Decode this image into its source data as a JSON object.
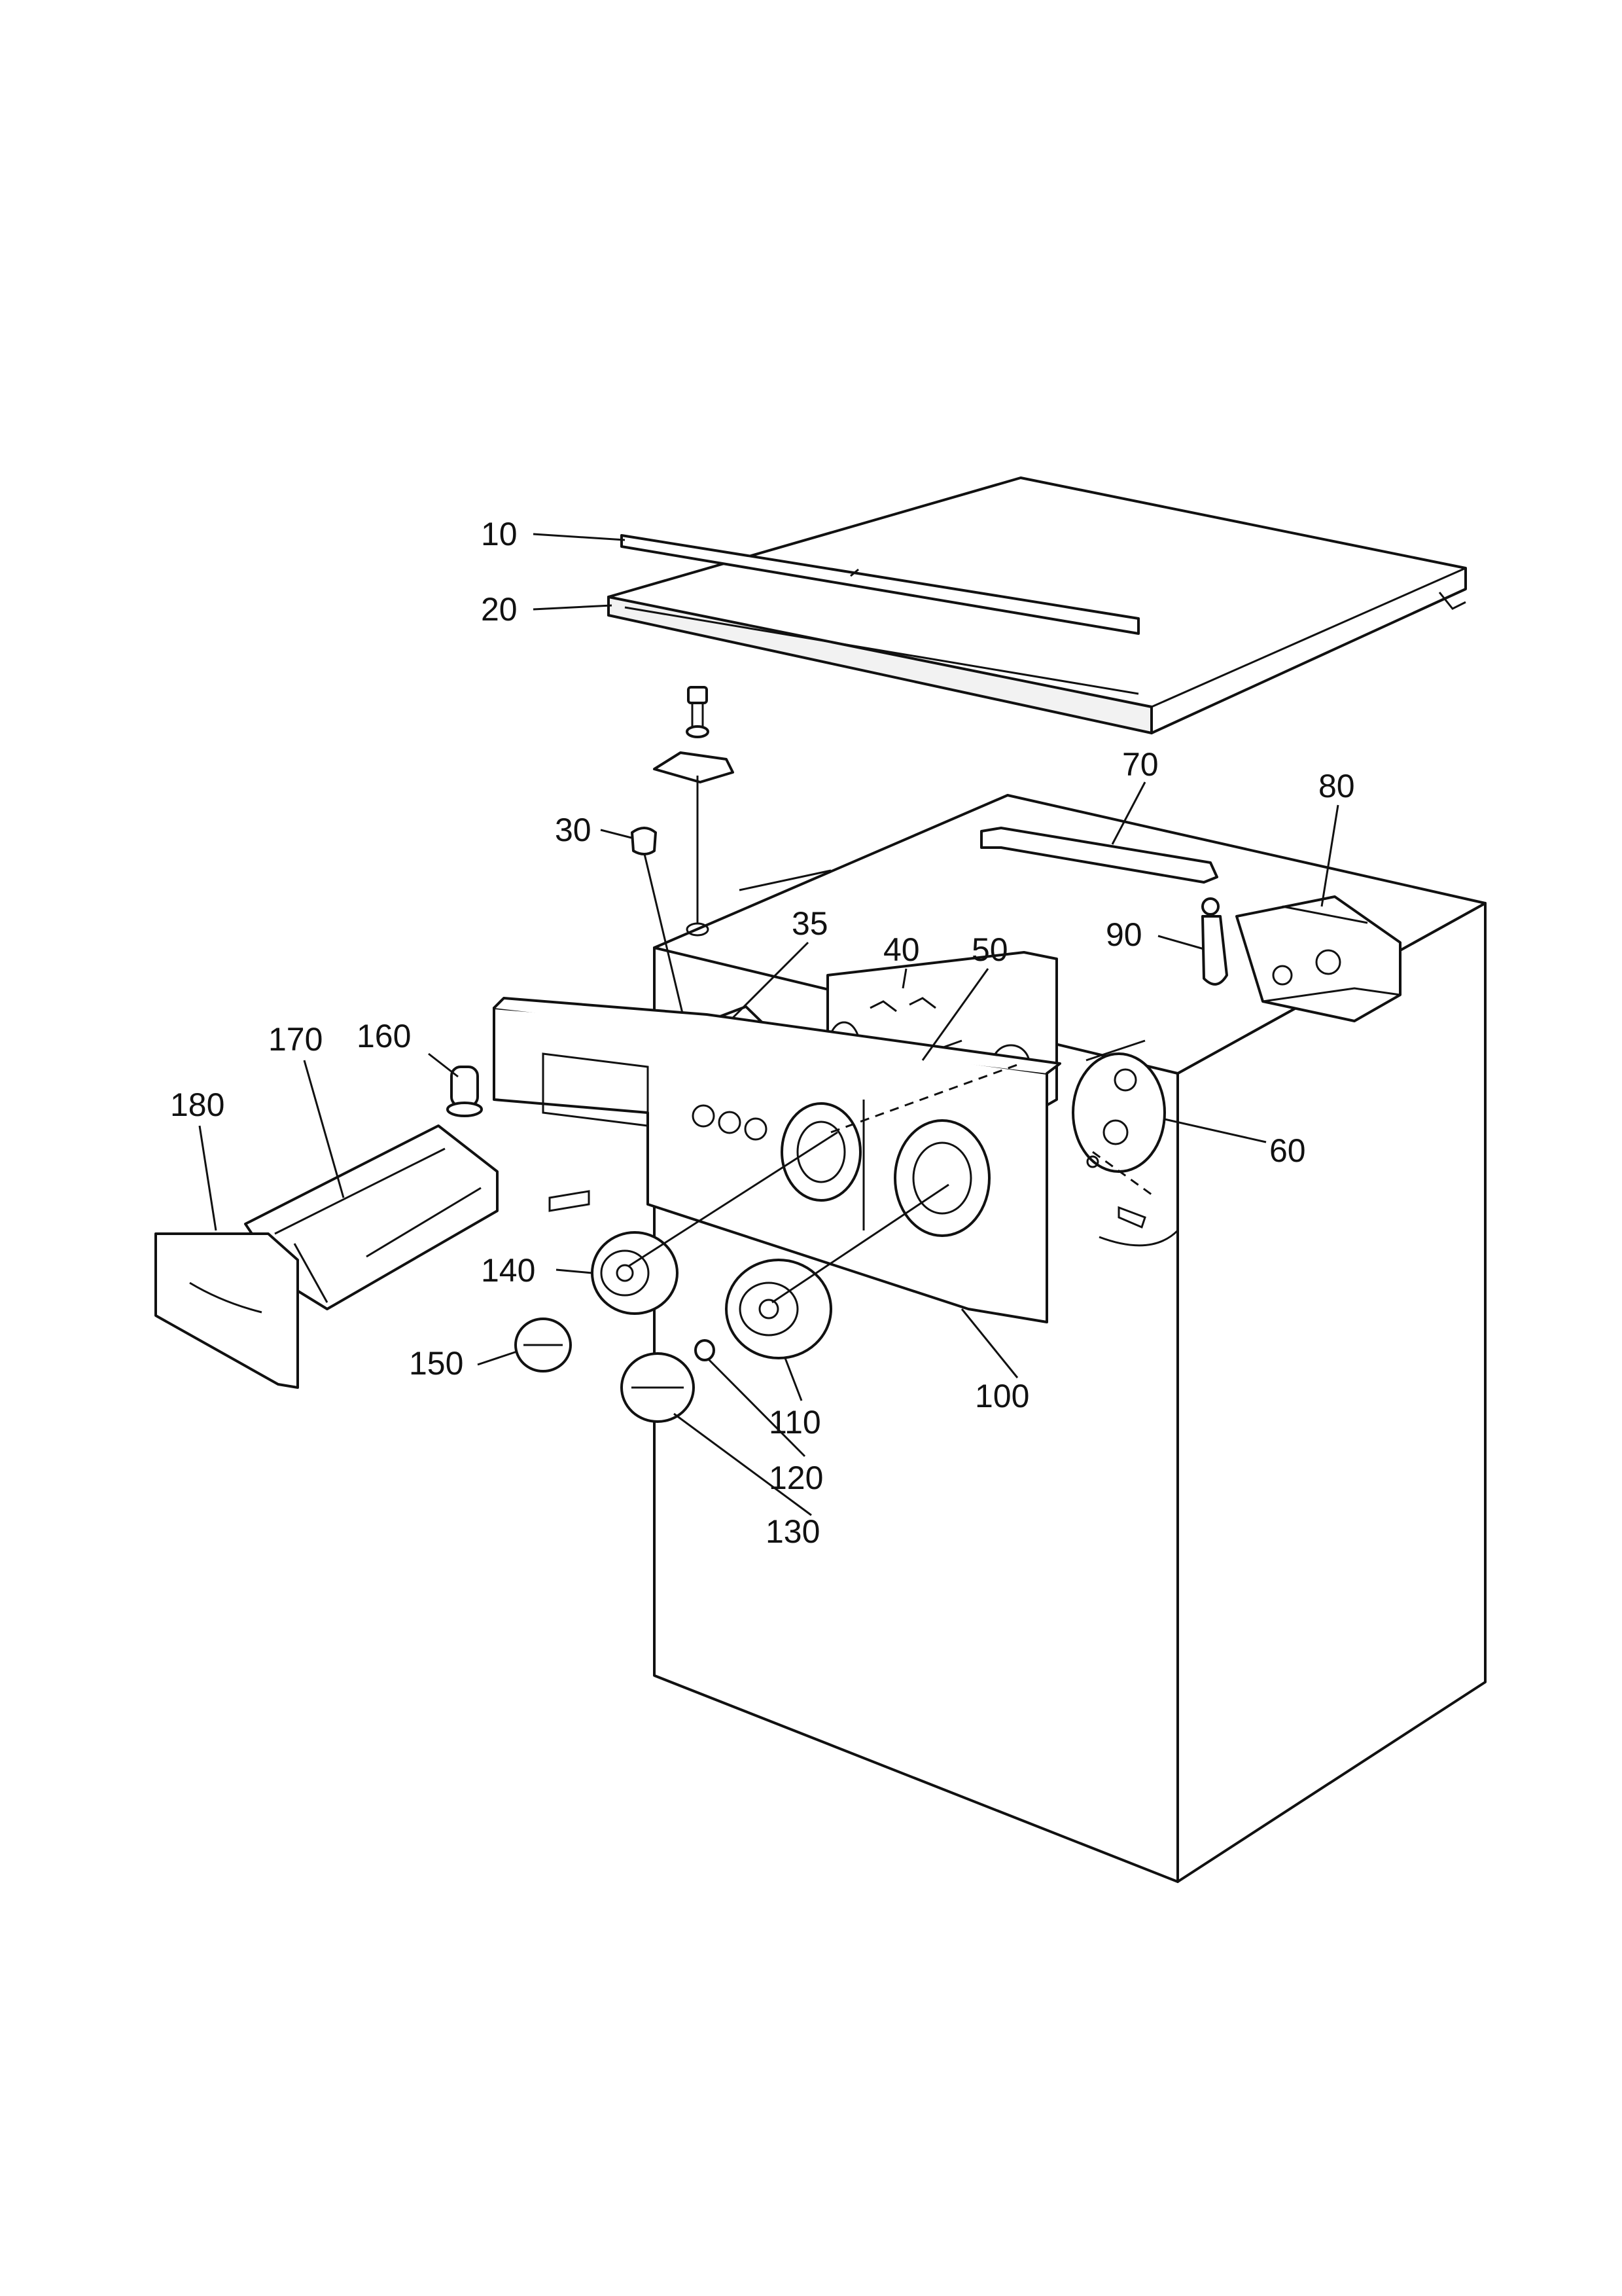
{
  "diagram": {
    "type": "exploded-parts-view",
    "callouts": [
      {
        "id": "10",
        "label": "10"
      },
      {
        "id": "20",
        "label": "20"
      },
      {
        "id": "30",
        "label": "30"
      },
      {
        "id": "35",
        "label": "35"
      },
      {
        "id": "40",
        "label": "40"
      },
      {
        "id": "50",
        "label": "50"
      },
      {
        "id": "60",
        "label": "60"
      },
      {
        "id": "70",
        "label": "70"
      },
      {
        "id": "80",
        "label": "80"
      },
      {
        "id": "90",
        "label": "90"
      },
      {
        "id": "100",
        "label": "100"
      },
      {
        "id": "110",
        "label": "110"
      },
      {
        "id": "120",
        "label": "120"
      },
      {
        "id": "130",
        "label": "130"
      },
      {
        "id": "140",
        "label": "140"
      },
      {
        "id": "150",
        "label": "150"
      },
      {
        "id": "160",
        "label": "160"
      },
      {
        "id": "170",
        "label": "170"
      },
      {
        "id": "180",
        "label": "180"
      }
    ]
  }
}
